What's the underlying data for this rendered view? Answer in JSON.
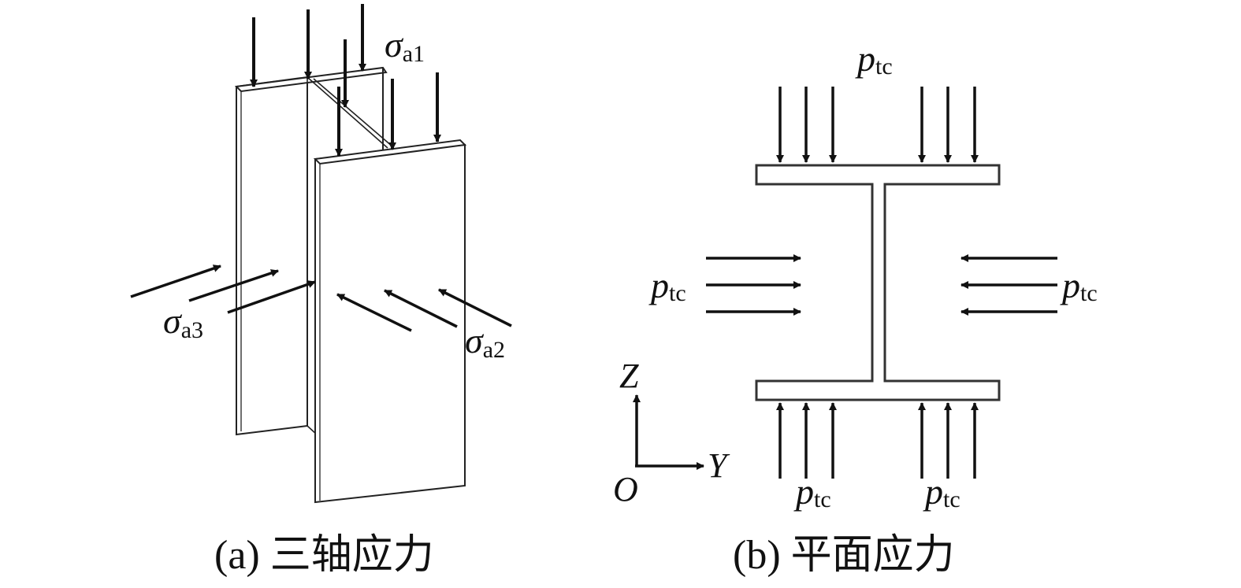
{
  "figure": {
    "panel_a": {
      "caption": "(a) 三轴应力",
      "labels": {
        "sigma_a1": {
          "symbol": "σ",
          "subscript": "a1"
        },
        "sigma_a2": {
          "symbol": "σ",
          "subscript": "a2"
        },
        "sigma_a3": {
          "symbol": "σ",
          "subscript": "a3"
        }
      }
    },
    "panel_b": {
      "caption": "(b) 平面应力",
      "load_label": {
        "symbol": "p",
        "subscript": "tc"
      },
      "axes": {
        "z": "Z",
        "y": "Y",
        "origin": "O"
      }
    },
    "colors": {
      "stroke": "#111111",
      "flange_edge": "#555555",
      "background": "#ffffff"
    }
  }
}
